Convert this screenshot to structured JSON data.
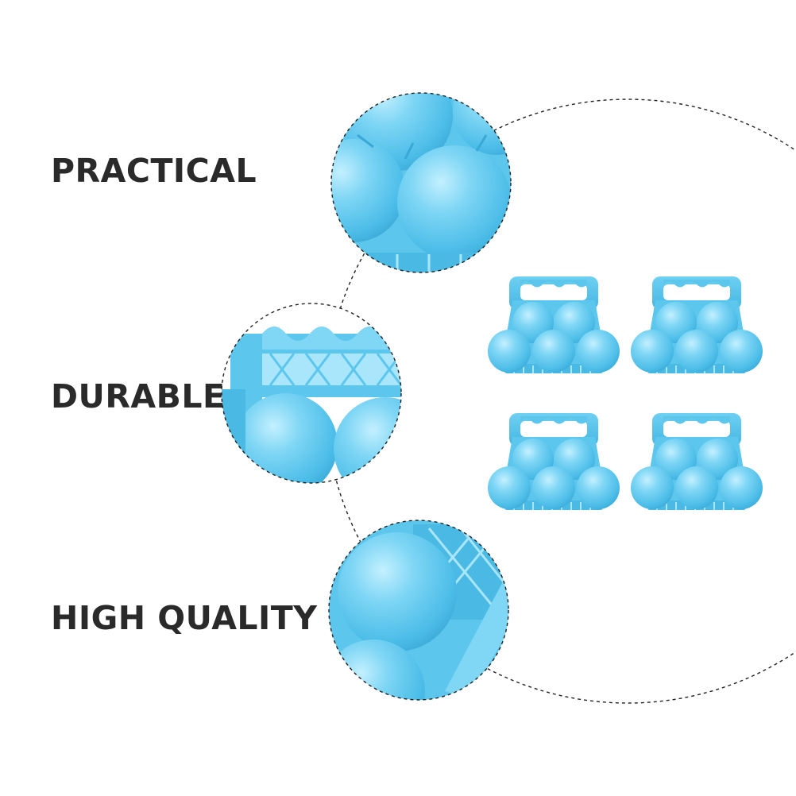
{
  "features": [
    {
      "label": "PRACTICAL",
      "icon": "snowball-closeup-icon"
    },
    {
      "label": "DURABLE",
      "icon": "handle-closeup-icon"
    },
    {
      "label": "HIGH QUALITY",
      "icon": "edge-closeup-icon"
    }
  ],
  "product": {
    "count": 4,
    "color": "#5cc6ec",
    "icon": "snowball-maker-clip-icon"
  },
  "colors": {
    "text": "#2a2a2a",
    "background": "#ffffff",
    "plastic": "#5cc6ec",
    "plastic_dark": "#3aaad8",
    "plastic_light": "#a9e6fb",
    "dashed_line": "#222222"
  }
}
